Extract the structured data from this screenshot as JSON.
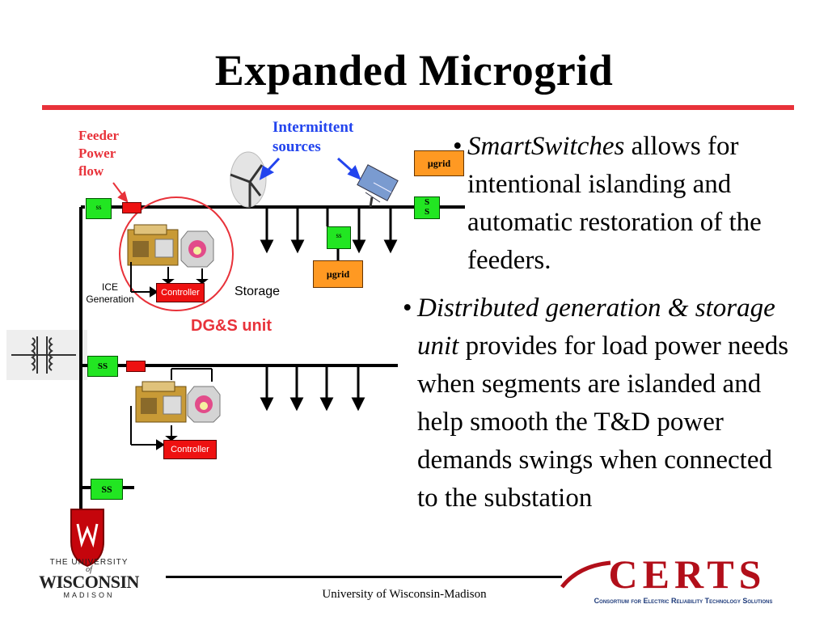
{
  "title": "Expanded Microgrid",
  "diagram": {
    "feeder_label": [
      "Feeder",
      "Power",
      "flow"
    ],
    "intermittent_label": [
      "Intermittent",
      "sources"
    ],
    "ss": "SS",
    "ss_small": "ss",
    "ss_split": [
      "S",
      "S"
    ],
    "ugrid": "µgrid",
    "controller": "Controller",
    "ice_label": [
      "ICE",
      "Generation"
    ],
    "storage_label": "Storage",
    "dgs_label": "DG&S unit"
  },
  "bullets": [
    {
      "em": "SmartSwitches",
      "rest": " allows for intentional islanding and automatic restoration of the feeders."
    },
    {
      "em": "Distributed generation & storage unit",
      "rest": " provides for load power needs  when segments are islanded and help smooth the T&D power demands swings when connected to the substation"
    }
  ],
  "footer": {
    "text": "University of Wisconsin-Madison",
    "uw_logo": [
      "THE UNIVERSITY",
      "of",
      "WISCONSIN",
      "MADISON"
    ],
    "certs_logo": "CERTS",
    "certs_tagline": "Consortium for Electric Reliability Technology Solutions"
  },
  "colors": {
    "accent_red": "#e8323a",
    "switch_green": "#22e622",
    "ugrid_orange": "#ff9922",
    "label_blue": "#2244ee"
  }
}
